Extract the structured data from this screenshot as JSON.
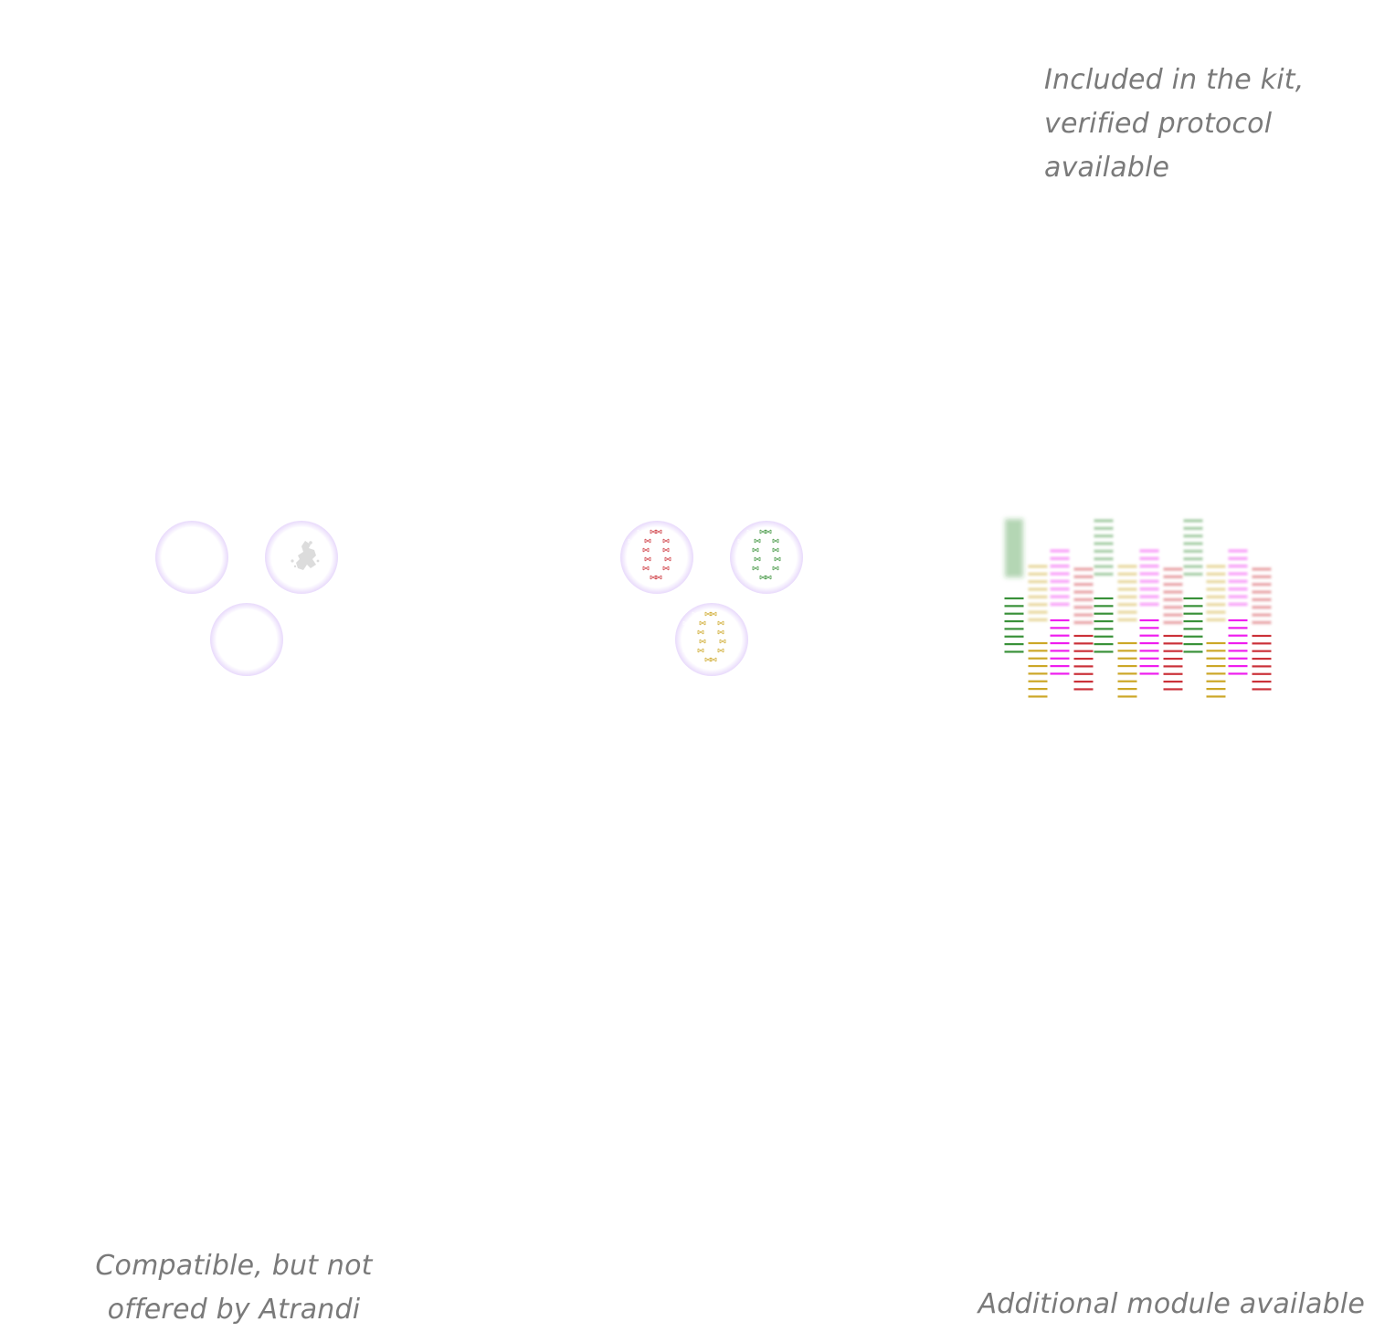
{
  "captions": {
    "included": "Included in the kit, verified protocol available",
    "included_lines": [
      "Included in the kit,",
      "verified protocol",
      "available"
    ],
    "compatible_lines": [
      "Compatible, but not",
      "offered by Atrandi"
    ],
    "additional": "Additional module available"
  },
  "colors": {
    "text": "#7a7a7a",
    "cell_membrane": "#8f55e3",
    "green": "#2e8b2e",
    "yellow": "#c9a21b",
    "magenta": "#ee11ee",
    "red": "#c8262e",
    "debris": "#dcdcdc"
  },
  "groups": [
    {
      "name": "plain-cells",
      "cells": [
        {
          "content": "empty"
        },
        {
          "content": "debris"
        },
        {
          "content": "empty"
        }
      ]
    },
    {
      "name": "labeled-cells",
      "cells": [
        {
          "content": "chromosomes",
          "color": "red"
        },
        {
          "content": "chromosomes",
          "color": "green"
        },
        {
          "content": "chromosomes",
          "color": "yellow"
        }
      ]
    }
  ],
  "gel": {
    "lane_colors": [
      "green",
      "yellow",
      "magenta",
      "red",
      "green",
      "yellow",
      "magenta",
      "red",
      "green",
      "yellow",
      "magenta",
      "red"
    ],
    "bands_per_group": 8,
    "first_lane_smear": true
  }
}
